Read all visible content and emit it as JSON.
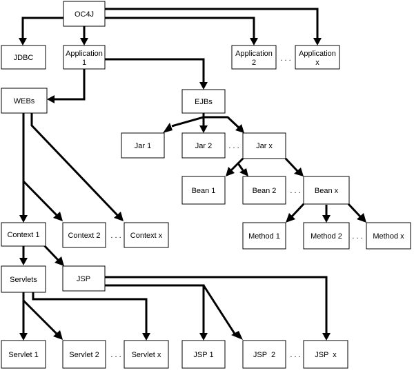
{
  "nodes": {
    "oc4j": "OC4J",
    "jdbc": "JDBC",
    "application_1": [
      "Application",
      "1"
    ],
    "application_2": [
      "Application",
      "2"
    ],
    "application_x": [
      "Application",
      "x"
    ],
    "webs": "WEBs",
    "ejbs": "EJBs",
    "jar_1": "Jar 1",
    "jar_2": "Jar 2",
    "jar_x": "Jar x",
    "bean_1": "Bean 1",
    "bean_2": "Bean 2",
    "bean_x": "Bean x",
    "method_1": "Method 1",
    "method_2": "Method 2",
    "method_x": "Method x",
    "context_1": "Context 1",
    "context_2": "Context 2",
    "context_x": "Context x",
    "servlets": "Servlets",
    "jsp": "JSP",
    "servlet_1": "Servlet 1",
    "servlet_2": "Servlet 2",
    "servlet_x": "Servlet x",
    "jsp_1": "JSP 1",
    "jsp_2": "JSP  2",
    "jsp_x": "JSP  x"
  },
  "ellipsis": ". . ."
}
